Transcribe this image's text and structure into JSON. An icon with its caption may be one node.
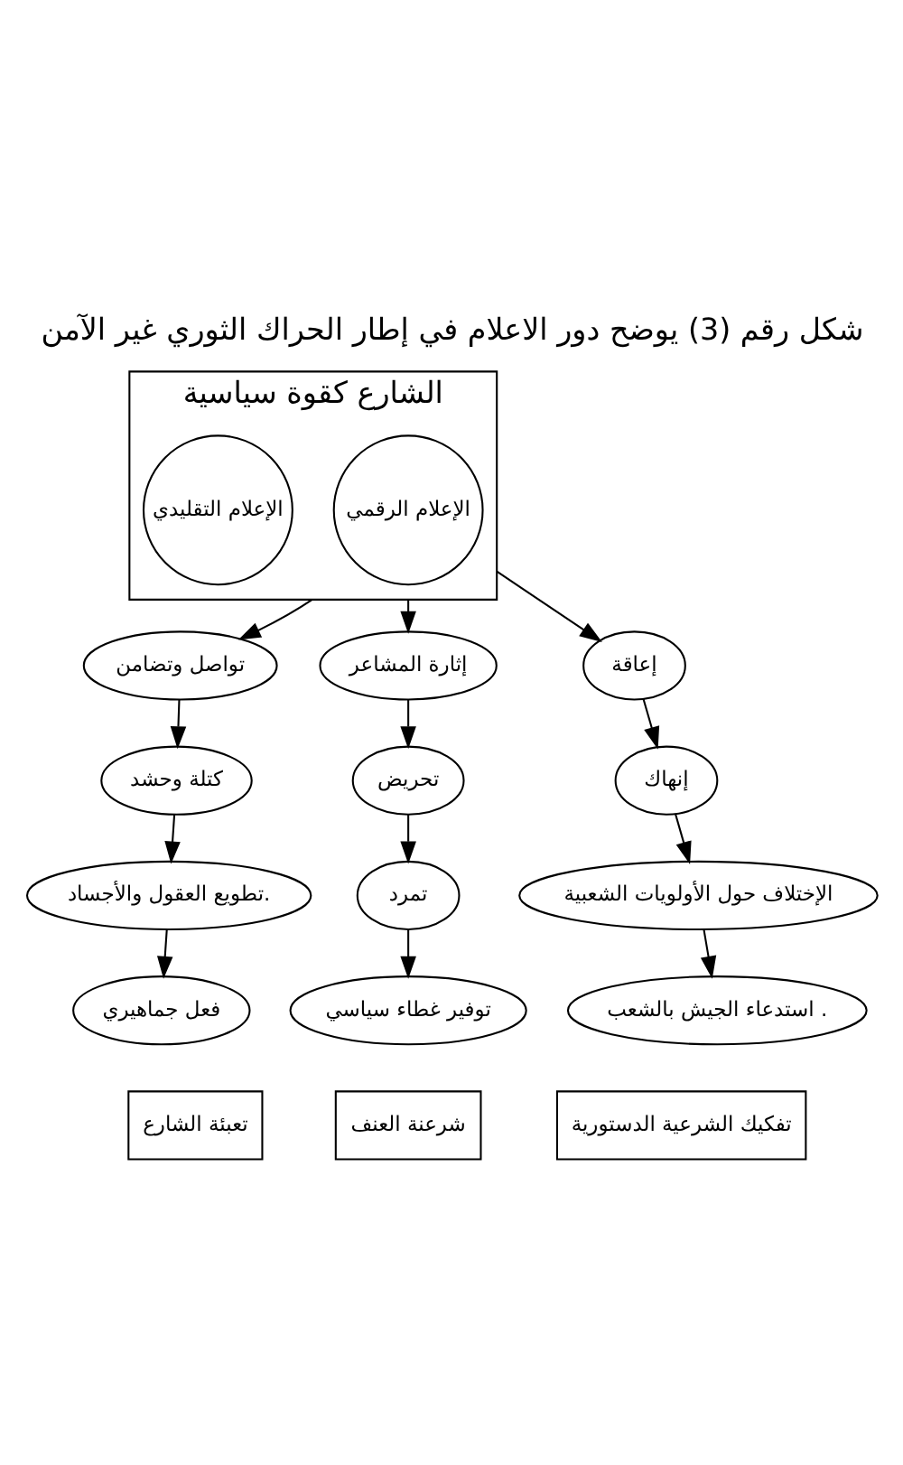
{
  "diagram": {
    "title": "شكل رقم (3) يوضح دور الاعلام في إطار الحراك الثوري غير الآمن",
    "nodes": [
      {
        "text": [
          "الشارع كقوة سياسية"
        ]
      },
      {
        "text": [
          "الإعلام الرقمي"
        ],
        "in": 0
      },
      {
        "text": [
          "الإعلام التقليدي"
        ],
        "in": 0
      },
      {
        "text": [
          "تواصل وتضامن"
        ]
      },
      {
        "text": [
          "كتلة وحشد"
        ]
      },
      {
        "text": [
          "تطويع العقول والأجساد."
        ]
      },
      {
        "text": [
          "فعل جماهيري"
        ]
      },
      {
        "text": [
          "إثارة المشاعر"
        ]
      },
      {
        "text": [
          "تحريض"
        ]
      },
      {
        "text": [
          "تمرد"
        ]
      },
      {
        "text": [
          "توفير غطاء سياسي"
        ]
      },
      {
        "text": [
          "إعاقة"
        ]
      },
      {
        "text": [
          "إنهاك"
        ]
      },
      {
        "text": [
          "الإختلاف حول الأولويات الشعبية"
        ]
      },
      {
        "text": [
          "استدعاء الجيش بالشعب ."
        ]
      },
      {
        "text": [
          "تعبئة الشارع"
        ]
      },
      {
        "text": [
          "شرعنة العنف"
        ]
      },
      {
        "text": [
          "تفكيك الشرعية الدستورية"
        ]
      }
    ],
    "edges": [
      {
        "from": 0,
        "to": 3,
        "arrow": "to"
      },
      {
        "from": 0,
        "to": 7,
        "arrow": "to"
      },
      {
        "from": 0,
        "to": 11,
        "arrow": "to"
      },
      {
        "from": 3,
        "to": 4,
        "arrow": "to"
      },
      {
        "from": 4,
        "to": 5,
        "arrow": "to"
      },
      {
        "from": 5,
        "to": 6,
        "arrow": "to"
      },
      {
        "from": 7,
        "to": 8,
        "arrow": "to"
      },
      {
        "from": 8,
        "to": 9,
        "arrow": "to"
      },
      {
        "from": 9,
        "to": 10,
        "arrow": "to"
      },
      {
        "from": 11,
        "to": 12,
        "arrow": "to"
      },
      {
        "from": 12,
        "to": 13,
        "arrow": "to"
      },
      {
        "from": 13,
        "to": 14,
        "arrow": "to"
      }
    ]
  }
}
